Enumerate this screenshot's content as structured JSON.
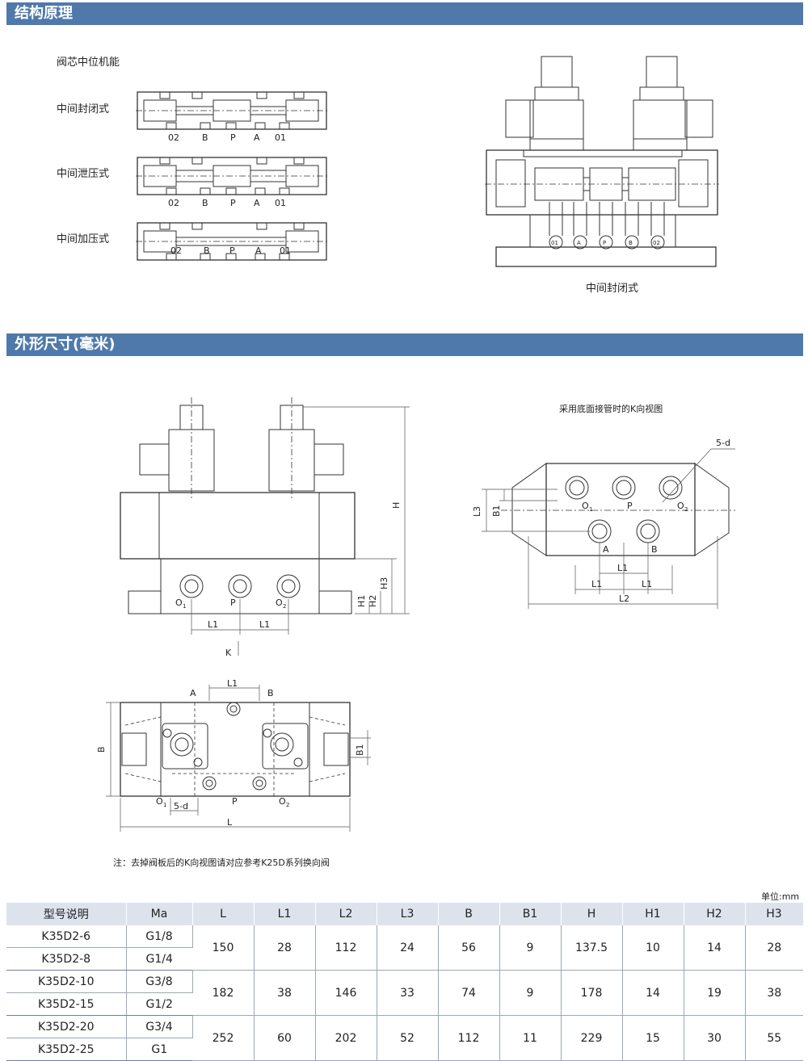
{
  "sections": {
    "structure": "结构原理",
    "dimensions": "外形尺寸(毫米)"
  },
  "structure": {
    "spool_title": "阀芯中位机能",
    "modes": [
      "中间封闭式",
      "中间泄压式",
      "中间加压式"
    ],
    "ports": [
      "02",
      "B",
      "P",
      "A",
      "01"
    ],
    "right_ports": [
      "01",
      "A",
      "P",
      "B",
      "02"
    ],
    "right_caption": "中间封闭式"
  },
  "dims": {
    "front": {
      "H": "H",
      "H1": "H1",
      "H2": "H2",
      "H3": "H3",
      "L1": "L1",
      "O1": "O",
      "O1_sub": "1",
      "P": "P",
      "O2": "O",
      "O2_sub": "2",
      "K": "K"
    },
    "bottom_view_title": "采用底面接管时的K向视图",
    "bottom": {
      "d": "5-d",
      "L3": "L3",
      "B1": "B1",
      "L1": "L1",
      "L2": "L2",
      "O1": "O",
      "O1_sub": "1",
      "P": "P",
      "O2": "O",
      "O2_sub": "2",
      "A": "A",
      "B": "B"
    },
    "top": {
      "A": "A",
      "B": "B",
      "L1": "L1",
      "Bdim": "B",
      "B1": "B1",
      "d": "5-d",
      "L": "L",
      "O1": "O",
      "O1_sub": "1",
      "P": "P",
      "O2": "O",
      "O2_sub": "2"
    },
    "note": "注：去掉阀板后的K向视图请对应参考K25D系列换向阀"
  },
  "table": {
    "unit": "单位:mm",
    "headers": [
      "型号说明",
      "Ma",
      "L",
      "L1",
      "L2",
      "L3",
      "B",
      "B1",
      "H",
      "H1",
      "H2",
      "H3"
    ],
    "groups": [
      {
        "models": [
          "K35D2-6",
          "K35D2-8"
        ],
        "ma": [
          "G1/8",
          "G1/4"
        ],
        "values": [
          "150",
          "28",
          "112",
          "24",
          "56",
          "9",
          "137.5",
          "10",
          "14",
          "28"
        ]
      },
      {
        "models": [
          "K35D2-10",
          "K35D2-15"
        ],
        "ma": [
          "G3/8",
          "G1/2"
        ],
        "values": [
          "182",
          "38",
          "146",
          "33",
          "74",
          "9",
          "178",
          "14",
          "19",
          "38"
        ]
      },
      {
        "models": [
          "K35D2-20",
          "K35D2-25"
        ],
        "ma": [
          "G3/4",
          "G1"
        ],
        "values": [
          "252",
          "60",
          "202",
          "52",
          "112",
          "11",
          "229",
          "15",
          "30",
          "55"
        ]
      }
    ]
  }
}
